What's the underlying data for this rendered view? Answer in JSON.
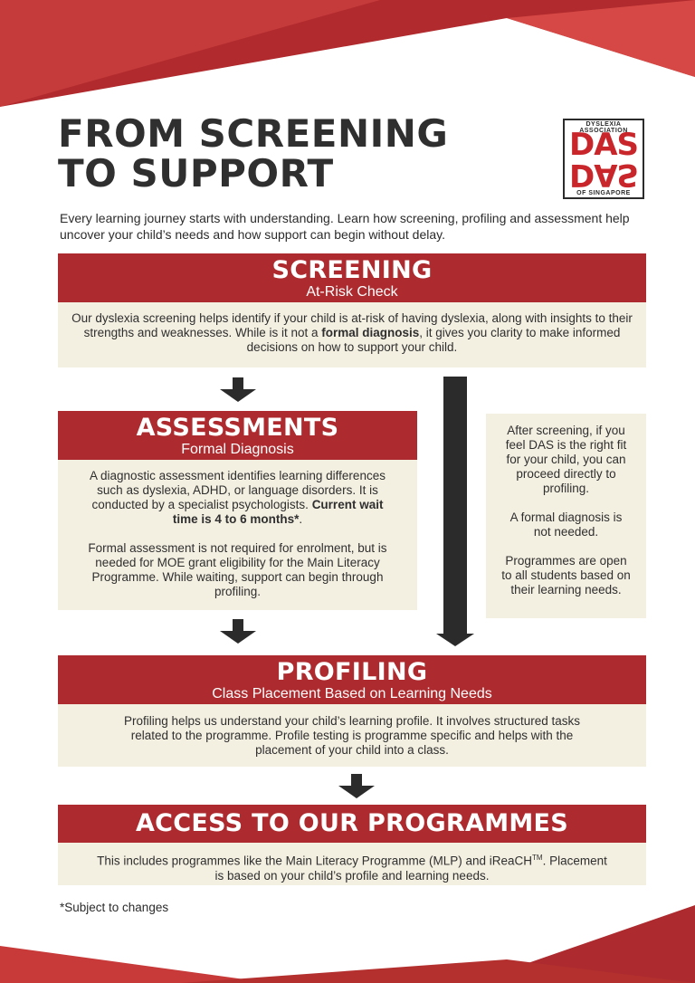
{
  "title": {
    "line1": "FROM SCREENING",
    "line2": "TO SUPPORT"
  },
  "logo": {
    "top_text": "DYSLEXIA ASSOCIATION",
    "word": "DAS",
    "bottom_text": "OF SINGAPORE"
  },
  "intro": "Every learning journey starts with understanding. Learn how screening, profiling and assessment help uncover your child’s needs and how support can begin without delay.",
  "screening": {
    "heading": "SCREENING",
    "subheading": "At-Risk Check",
    "body_before": "Our dyslexia screening helps identify if your child is at-risk of having dyslexia, along with insights to their strengths and weaknesses. While is it not a ",
    "body_bold": "formal diagnosis",
    "body_after": ", it gives you clarity to make informed decisions on how to support your child."
  },
  "assessments": {
    "heading": "ASSESSMENTS",
    "subheading": "Formal Diagnosis",
    "p1_before": "A diagnostic assessment identifies learning differences such as dyslexia, ADHD, or language disorders. It is conducted by a specialist psychologists. ",
    "p1_bold": "Current wait time is 4 to 6 months*",
    "p1_after": ".",
    "p2": "Formal assessment is not required for enrolment, but is needed for MOE grant eligibility for the Main Literacy Programme. While waiting, support can begin through profiling."
  },
  "side_note": {
    "p1": "After screening, if you feel DAS is the right fit for your child, you can proceed directly to profiling.",
    "p2": "A formal diagnosis is not needed.",
    "p3": "Programmes are open to all students based on their learning needs."
  },
  "profiling": {
    "heading": "PROFILING",
    "subheading": "Class Placement Based on Learning Needs",
    "body": "Profiling helps us understand your child’s learning profile. It involves structured tasks related to the programme. Profile testing is programme specific and helps with the placement of your child into a class."
  },
  "access": {
    "heading": "ACCESS TO OUR PROGRAMMES",
    "body_before": "This includes programmes like the Main Literacy Programme (MLP) and iReaCH",
    "body_tm": "TM",
    "body_after": ". Placement is based on your child’s profile and learning needs."
  },
  "footnote": "*Subject to changes",
  "colors": {
    "accent": "#ad2a2e",
    "panel": "#f3efe1",
    "text": "#2b2b2b"
  }
}
